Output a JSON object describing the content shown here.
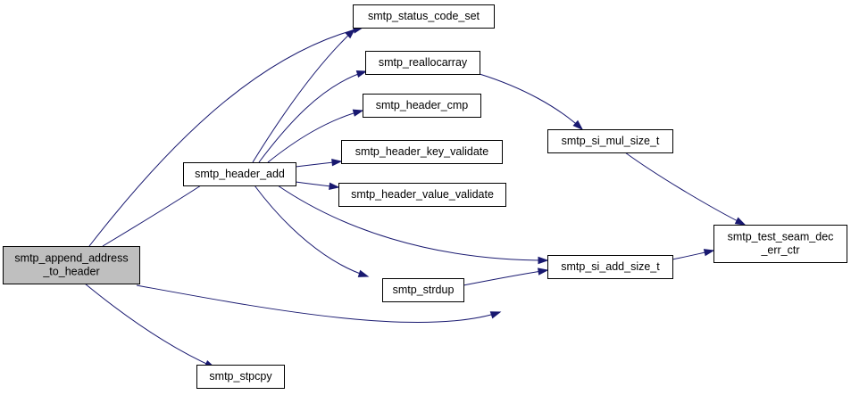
{
  "graph": {
    "type": "call-graph",
    "edge_color": "#191970",
    "root_fill": "#bfbfbf",
    "node_fill": "#ffffff",
    "nodes": [
      {
        "id": "smtp_append_address_to_header",
        "lines": [
          "smtp_append_address",
          "_to_header"
        ],
        "root": true
      },
      {
        "id": "smtp_header_add",
        "lines": [
          "smtp_header_add"
        ]
      },
      {
        "id": "smtp_stpcpy",
        "lines": [
          "smtp_stpcpy"
        ]
      },
      {
        "id": "smtp_status_code_set",
        "lines": [
          "smtp_status_code_set"
        ]
      },
      {
        "id": "smtp_reallocarray",
        "lines": [
          "smtp_reallocarray"
        ]
      },
      {
        "id": "smtp_header_cmp",
        "lines": [
          "smtp_header_cmp"
        ]
      },
      {
        "id": "smtp_header_key_validate",
        "lines": [
          "smtp_header_key_validate"
        ]
      },
      {
        "id": "smtp_header_value_validate",
        "lines": [
          "smtp_header_value_validate"
        ]
      },
      {
        "id": "smtp_strdup",
        "lines": [
          "smtp_strdup"
        ]
      },
      {
        "id": "smtp_si_mul_size_t",
        "lines": [
          "smtp_si_mul_size_t"
        ]
      },
      {
        "id": "smtp_si_add_size_t",
        "lines": [
          "smtp_si_add_size_t"
        ]
      },
      {
        "id": "smtp_test_seam_dec_err_ctr",
        "lines": [
          "smtp_test_seam_dec",
          "_err_ctr"
        ]
      }
    ],
    "edges": [
      {
        "from": "smtp_append_address_to_header",
        "to": "smtp_status_code_set"
      },
      {
        "from": "smtp_append_address_to_header",
        "to": "smtp_header_add"
      },
      {
        "from": "smtp_append_address_to_header",
        "to": "smtp_si_add_size_t"
      },
      {
        "from": "smtp_append_address_to_header",
        "to": "smtp_stpcpy"
      },
      {
        "from": "smtp_header_add",
        "to": "smtp_status_code_set"
      },
      {
        "from": "smtp_header_add",
        "to": "smtp_reallocarray"
      },
      {
        "from": "smtp_header_add",
        "to": "smtp_header_cmp"
      },
      {
        "from": "smtp_header_add",
        "to": "smtp_header_key_validate"
      },
      {
        "from": "smtp_header_add",
        "to": "smtp_header_value_validate"
      },
      {
        "from": "smtp_header_add",
        "to": "smtp_si_add_size_t"
      },
      {
        "from": "smtp_header_add",
        "to": "smtp_strdup"
      },
      {
        "from": "smtp_reallocarray",
        "to": "smtp_si_mul_size_t"
      },
      {
        "from": "smtp_si_mul_size_t",
        "to": "smtp_test_seam_dec_err_ctr"
      },
      {
        "from": "smtp_strdup",
        "to": "smtp_si_add_size_t"
      },
      {
        "from": "smtp_si_add_size_t",
        "to": "smtp_test_seam_dec_err_ctr"
      }
    ]
  }
}
